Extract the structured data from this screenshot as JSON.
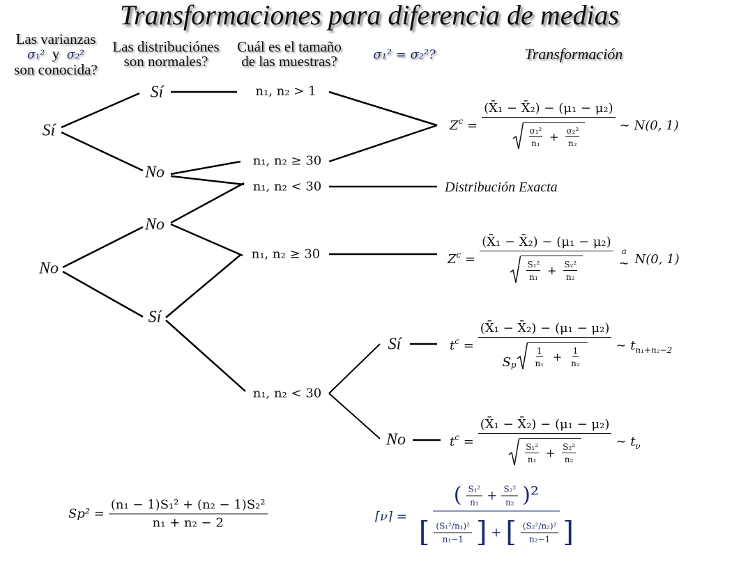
{
  "title": "Transformaciones para diferencia de medias",
  "headers": {
    "known_variances": {
      "line1": "Las varianzas",
      "sigma1": "σ₁²",
      "and": "y",
      "sigma2": "σ₂²",
      "line3": "son conocida?"
    },
    "normal": {
      "line1": "Las distribuciónes",
      "line2": "son normales?"
    },
    "size": {
      "line1": "Cuál es el tamaño",
      "line2": "de las muestras?"
    },
    "equal_var": "σ₁² = σ₂²?",
    "transform": "Transformación"
  },
  "nodes": {
    "root_si": "Sí",
    "root_no": "No",
    "si_si": "Sí",
    "si_no": "No",
    "no_no": "No",
    "no_si": "Sí",
    "eq_si": "Sí",
    "eq_no": "No"
  },
  "conditions": {
    "c1": "n₁, n₂ > 1",
    "c2": "n₁, n₂ ≥ 30",
    "c3": "n₁, n₂ < 30",
    "c4": "n₁, n₂ ≥ 30",
    "c5": "n₁, n₂ < 30"
  },
  "formulas": {
    "num": "(X̄₁ − X̄₂) − (μ₁ − μ₂)",
    "zc": "Z",
    "zc_sub": "c",
    "tc": "t",
    "tc_sub": "c",
    "eq": "=",
    "plus": "+",
    "sim": "∼",
    "sim_a": "a",
    "normal": "N(0, 1)",
    "s1": "σ₁²",
    "s2": "σ₂²",
    "S1": "S₁²",
    "S2": "S₂²",
    "n1": "n₁",
    "n2": "n₂",
    "one": "1",
    "sp": "S",
    "sp_sub": "p",
    "t_df": "t",
    "t_df_sub": "n₁+n₂−2",
    "t_nu": "t",
    "t_nu_sub": "ν",
    "exact": "Distribución Exacta"
  },
  "sp_formula": {
    "lhs": "Sp² =",
    "num": "(n₁ − 1)S₁² + (n₂ − 1)S₂²",
    "den": "n₁ + n₂ − 2"
  },
  "nu_formula": {
    "lhs": "⌈ν⌉ =",
    "num_open": "(",
    "num_close": ")²",
    "d1_num": "(S₁²/n₁)²",
    "d1_den": "n₁−1",
    "d2_num": "(S₂²/n₂)²",
    "d2_den": "n₂−1",
    "lb": "[",
    "rb": "]"
  }
}
